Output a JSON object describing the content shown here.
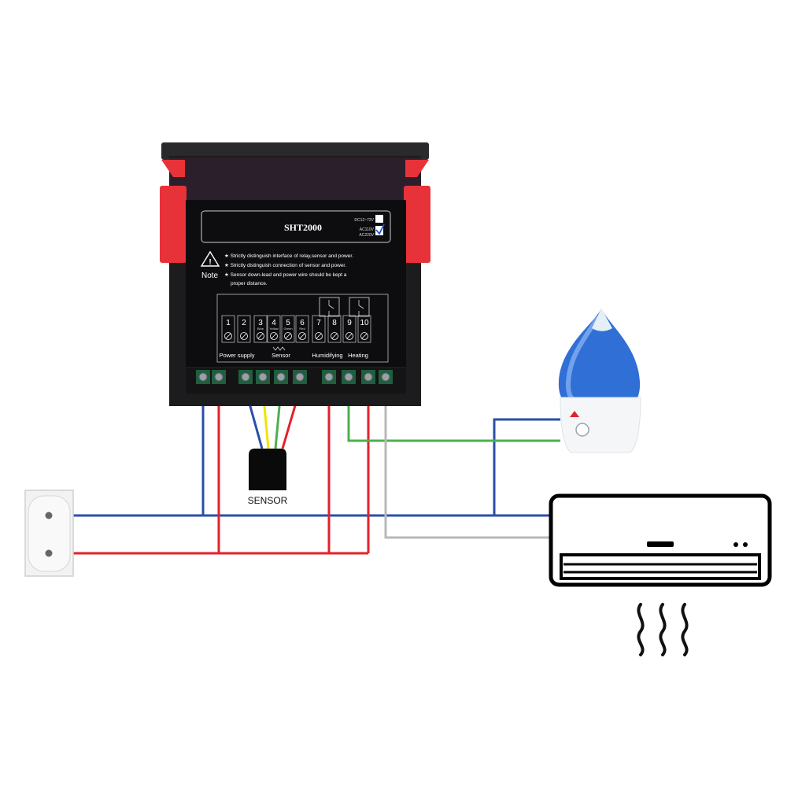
{
  "controller": {
    "model": "SHT2000",
    "voltage_options": [
      {
        "label": "DC12~72V",
        "checked": false
      },
      {
        "label": "AC110V",
        "checked": true
      },
      {
        "label": "AC220V",
        "checked": true
      }
    ],
    "note_label": "Note",
    "notes": [
      "★ Strictly distinguish interface of relay,sensor and power.",
      "★ Strictly distinguish connection of sensor and power.",
      "★ Sensor down-lead and power wire should be kept a",
      "proper distance."
    ],
    "terminals": [
      "1",
      "2",
      "3",
      "4",
      "5",
      "6",
      "7",
      "8",
      "9",
      "10"
    ],
    "sensor_wire_colors_text": [
      "Blue",
      "Yellow",
      "Green",
      "Red"
    ],
    "groups": {
      "power": "Power supply",
      "sensor": "Sensor",
      "humidifying": "Humidifying",
      "heating": "Heating"
    }
  },
  "sensor_label": "SENSOR",
  "colors": {
    "blue": "#2a4fa8",
    "red": "#e2222b",
    "green": "#4caf50",
    "yellow": "#f2e300",
    "gray": "#b8b8b8",
    "device_body": "#1c1c1e",
    "clip": "#e8323a",
    "terminal_green": "#1f5e3f"
  },
  "icons": [
    "warning-icon",
    "wall-outlet-icon",
    "humidifier-icon",
    "air-conditioner-icon",
    "heat-waves-icon",
    "relay-icon"
  ]
}
